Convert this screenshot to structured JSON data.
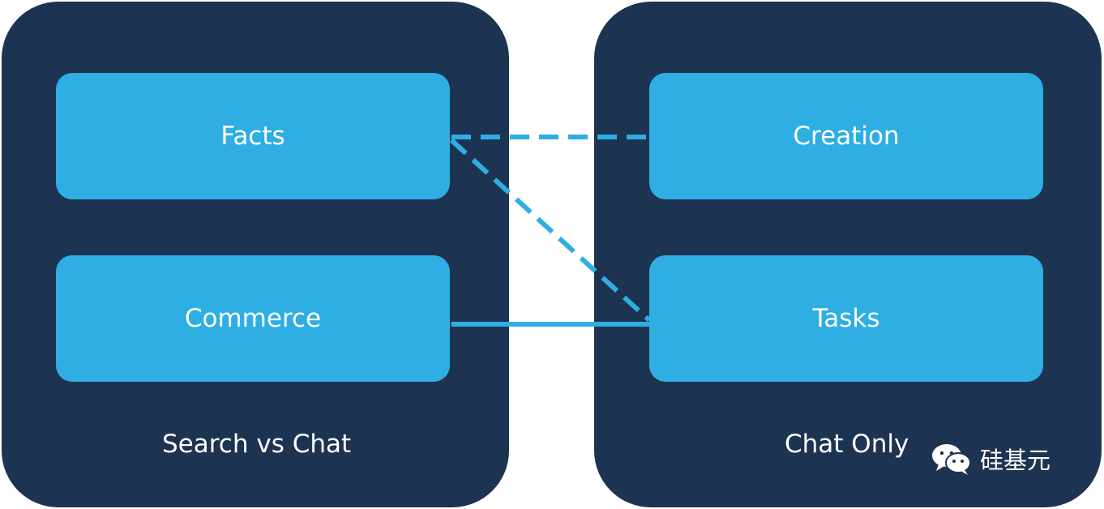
{
  "diagram": {
    "left_panel": {
      "label": "Search vs Chat",
      "items": [
        "Facts",
        "Commerce"
      ]
    },
    "right_panel": {
      "label": "Chat Only",
      "items": [
        "Creation",
        "Tasks"
      ]
    },
    "connections": [
      {
        "from": "Facts",
        "to": "Creation",
        "style": "dashed"
      },
      {
        "from": "Facts",
        "to": "Tasks",
        "style": "dashed"
      },
      {
        "from": "Commerce",
        "to": "Tasks",
        "style": "solid"
      }
    ],
    "colors": {
      "panel": "#1d3352",
      "box": "#2eaee3",
      "text": "#ffffff",
      "connector": "#2eaee3"
    }
  },
  "watermark": {
    "text": "硅基元",
    "icon": "wechat-icon"
  }
}
